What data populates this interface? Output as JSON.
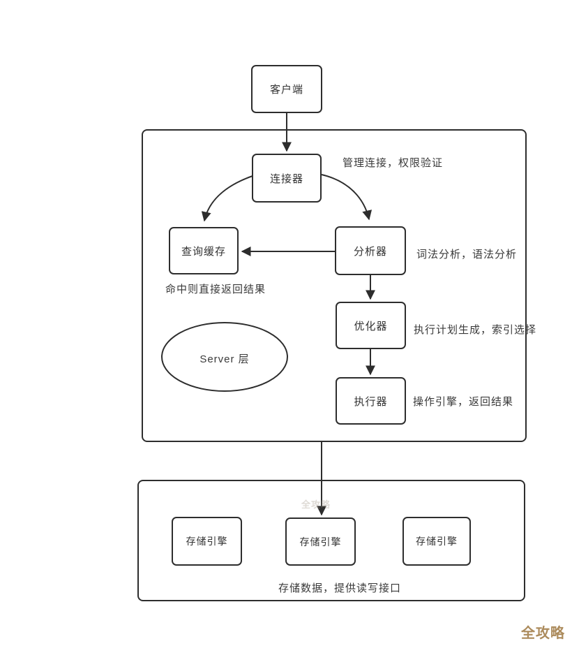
{
  "diagram": {
    "nodes": {
      "client": "客户端",
      "connector": "连接器",
      "query_cache": "查询缓存",
      "analyzer": "分析器",
      "optimizer": "优化器",
      "executor": "执行器",
      "server_layer_label": "Server 层",
      "storage_engine_1": "存储引擎",
      "storage_engine_2": "存储引擎",
      "storage_engine_3": "存储引擎"
    },
    "notes": {
      "connector_note": "管理连接，权限验证",
      "analyzer_note": "词法分析，语法分析",
      "optimizer_note": "执行计划生成，索引选择",
      "executor_note": "操作引擎，返回结果",
      "query_cache_note": "命中则直接返回结果",
      "storage_note": "存储数据，提供读写接口"
    },
    "watermark": {
      "text": "全攻略",
      "faint_text": "全攻略"
    },
    "colors": {
      "line": "#2d2d2d",
      "text": "#333333",
      "watermark_gold": "#ac8b5c",
      "background": "#ffffff"
    }
  }
}
